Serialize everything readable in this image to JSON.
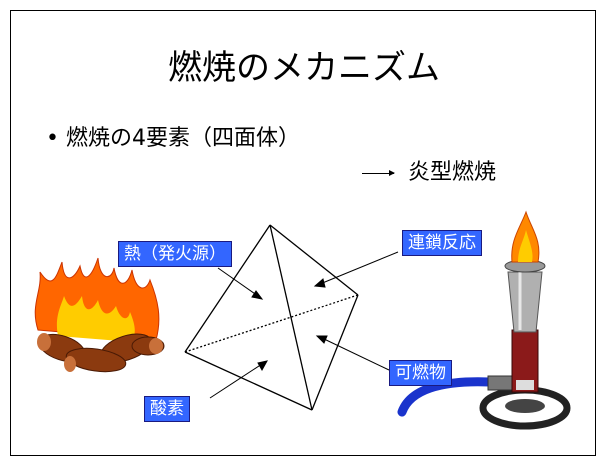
{
  "slide": {
    "title": "燃焼のメカニズム",
    "bullet_marker": "•",
    "bullet_text": "燃焼の4要素（四面体）",
    "flame_combustion": "炎型燃焼"
  },
  "labels": {
    "heat": "熱（発火源）",
    "chain_reaction": "連鎖反応",
    "fuel": "可燃物",
    "oxygen": "酸素"
  },
  "colors": {
    "label_background": "#3366ff",
    "flame_orange": "#ff6600",
    "flame_yellow": "#ffcc00",
    "log_brown": "#8b3a0f",
    "hose_blue": "#1a33cc"
  },
  "icons": {
    "campfire": "campfire-icon",
    "bunsen_burner": "bunsen-burner-icon",
    "tetrahedron": "tetrahedron-diagram"
  }
}
